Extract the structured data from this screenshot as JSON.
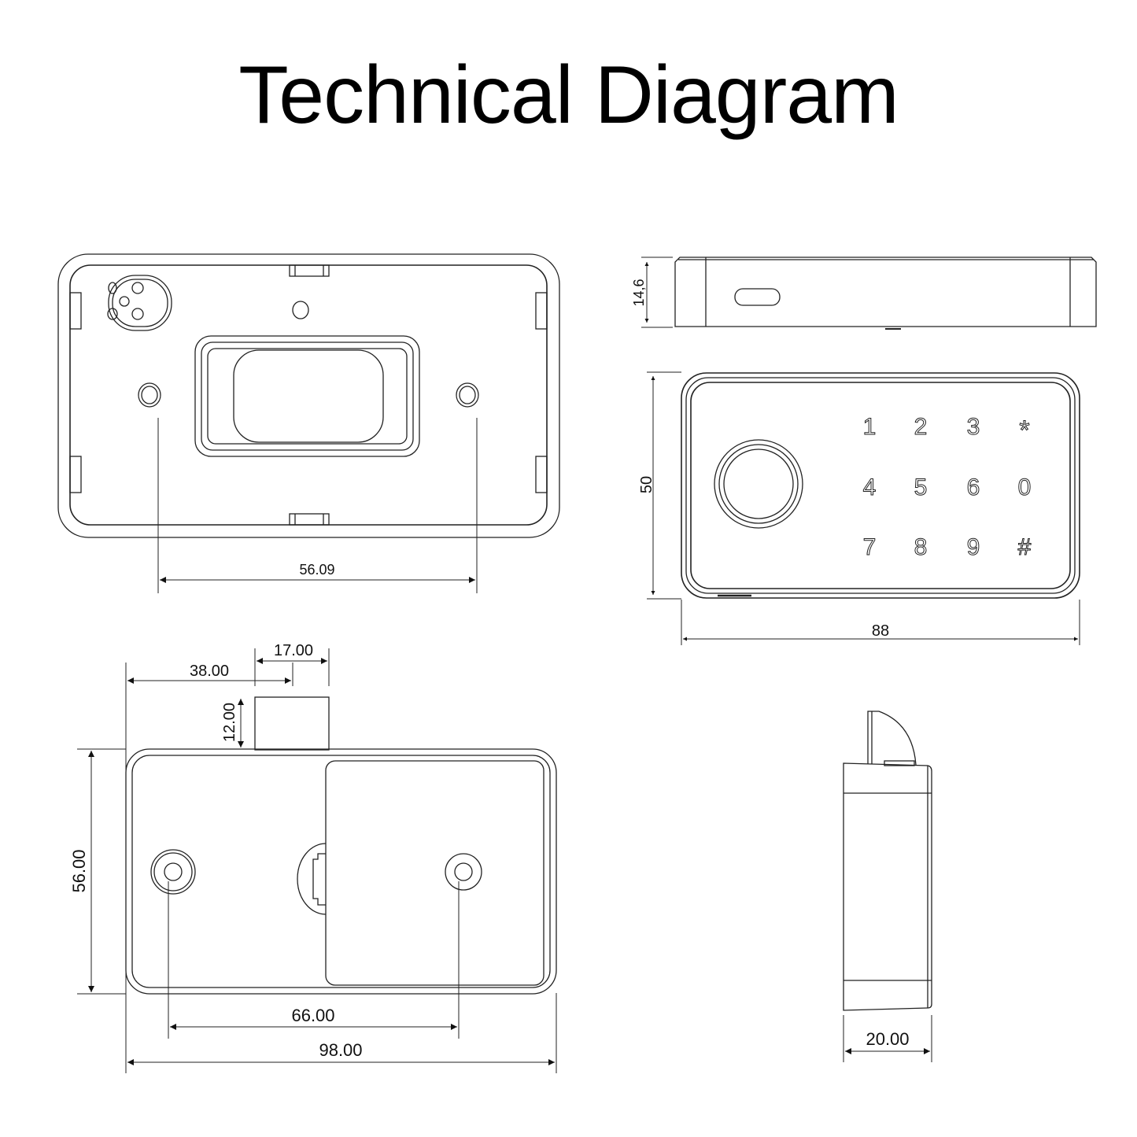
{
  "title": "Technical Diagram",
  "views": {
    "back_view": {
      "dimensions": {
        "hole_spacing": "56.09"
      }
    },
    "top_side_view": {
      "dimensions": {
        "height": "14,6"
      }
    },
    "front_view": {
      "dimensions": {
        "height": "50",
        "width": "88"
      },
      "keypad": {
        "rows": [
          [
            "1",
            "2",
            "3",
            "*"
          ],
          [
            "4",
            "5",
            "6",
            "0"
          ],
          [
            "7",
            "8",
            "9",
            "#"
          ]
        ]
      },
      "fingerprint_sensor": "fingerprint-sensor"
    },
    "lock_body_view": {
      "dimensions": {
        "bolt_offset": "38.00",
        "bolt_width": "17.00",
        "bolt_height": "12.00",
        "body_height": "56.00",
        "hole_spacing": "66.00",
        "body_width": "98.00"
      }
    },
    "lock_side_view": {
      "dimensions": {
        "depth": "20.00"
      }
    }
  },
  "colors": {
    "line": "#222222",
    "background": "#ffffff",
    "text": "#000000"
  }
}
